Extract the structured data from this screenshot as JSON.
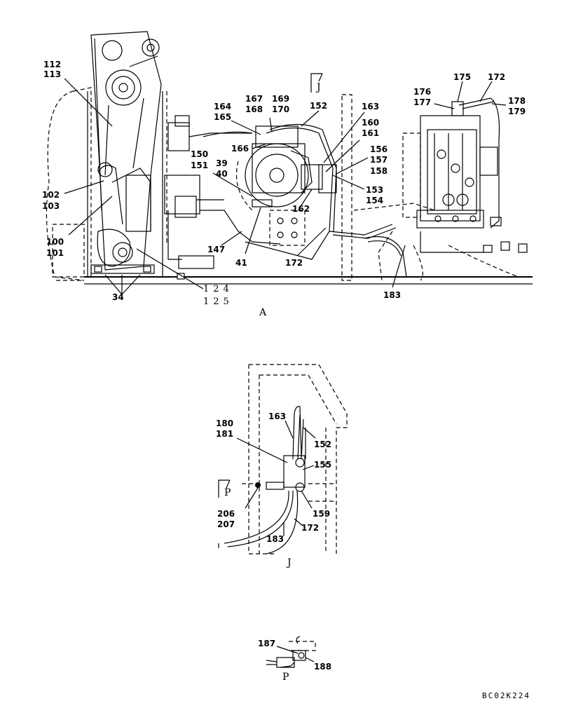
{
  "views": {
    "a": "A",
    "j": "J",
    "p": "P",
    "j_ref": "J",
    "p_ref": "P"
  },
  "drawing_code": "BC02K224",
  "parts_a": {
    "p112": "112",
    "p113": "113",
    "p102": "102",
    "p103": "103",
    "p100": "100",
    "p101": "101",
    "p34": "34",
    "p124": "124",
    "p125": "125",
    "p164": "164",
    "p165": "165",
    "p167": "167",
    "p168": "168",
    "p169": "169",
    "p170": "170",
    "p152": "152",
    "p163": "163",
    "p160": "160",
    "p161": "161",
    "p166": "166",
    "p150": "150",
    "p151": "151",
    "p39": "39",
    "p40": "40",
    "p156": "156",
    "p157": "157",
    "p158": "158",
    "p153": "153",
    "p154": "154",
    "p162": "162",
    "p147": "147",
    "p41": "41",
    "p172": "172",
    "p175": "175",
    "p172b": "172",
    "p176": "176",
    "p177": "177",
    "p178": "178",
    "p179": "179",
    "p183": "183"
  },
  "parts_j": {
    "p180": "180",
    "p181": "181",
    "p163": "163",
    "p152": "152",
    "p155": "155",
    "p206": "206",
    "p207": "207",
    "p159": "159",
    "p172": "172",
    "p183": "183"
  },
  "parts_p": {
    "p187": "187",
    "p188": "188"
  }
}
